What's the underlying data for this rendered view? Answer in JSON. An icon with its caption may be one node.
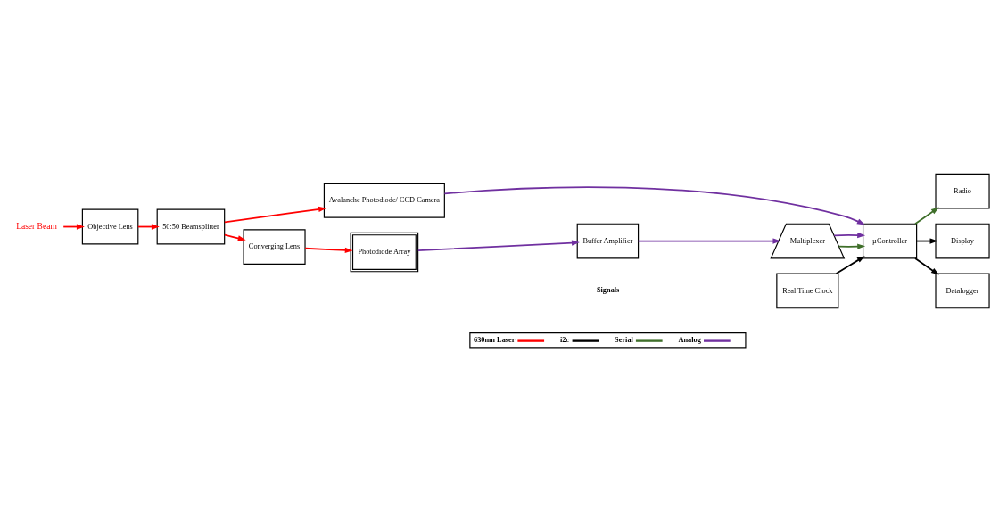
{
  "diagram": {
    "nodes": [
      {
        "text": [
          "Laser Beam"
        ]
      },
      {
        "text": [
          "Objective Lens"
        ]
      },
      {
        "text": [
          "50:50 Beamsplitter"
        ]
      },
      {
        "text": [
          "Avalanche Photodiode/ CCD Camera"
        ]
      },
      {
        "text": [
          "Radio"
        ]
      },
      {
        "text": [
          "Display"
        ]
      },
      {
        "text": [
          "Converging Lens"
        ]
      },
      {
        "text": [
          "µController"
        ]
      },
      {
        "text": [
          "Real Time Clock"
        ]
      },
      {
        "text": [
          "Photodiode Array"
        ]
      },
      {
        "text": [
          "Buffer Amplifier"
        ]
      },
      {
        "text": [
          "Multiplexer"
        ]
      },
      {
        "text": [
          "Datalogger"
        ]
      }
    ],
    "edges": [
      {
        "from": 0,
        "to": 1,
        "arrow": "to"
      },
      {
        "from": 1,
        "to": 2,
        "arrow": "to"
      },
      {
        "from": 2,
        "to": 3,
        "arrow": "to"
      },
      {
        "from": 2,
        "to": 6,
        "arrow": "to"
      },
      {
        "from": 6,
        "to": 9,
        "arrow": "to"
      },
      {
        "from": 3,
        "to": 7,
        "arrow": "to",
        "color": "#7030a0"
      },
      {
        "from": 7,
        "to": 4,
        "arrow": "to",
        "color": "#3f6f2a"
      },
      {
        "from": 7,
        "to": 5,
        "arrow": "to",
        "color": "#000000"
      },
      {
        "from": 8,
        "to": 7,
        "arrow": "to",
        "color": "#000000"
      },
      {
        "from": 7,
        "to": 12,
        "arrow": "to",
        "color": "#000000"
      },
      {
        "from": 9,
        "to": 10,
        "arrow": "to",
        "color": "#7030a0"
      },
      {
        "from": 10,
        "to": 11,
        "arrow": "to",
        "color": "#7030a0"
      },
      {
        "from": 11,
        "to": 7,
        "arrow": "to",
        "color": "#3f6f2a"
      },
      {
        "from": 11,
        "to": 7,
        "arrow": "to",
        "color": "#7030a0"
      }
    ],
    "labels": [
      "Signals"
    ],
    "legend": [
      {
        "text": "630nm Laser",
        "color": "#ff0000"
      },
      {
        "text": "i2c",
        "color": "#000000"
      },
      {
        "text": "Serial",
        "color": "#3f6f2a"
      },
      {
        "text": "Analog",
        "color": "#7030a0"
      }
    ]
  }
}
